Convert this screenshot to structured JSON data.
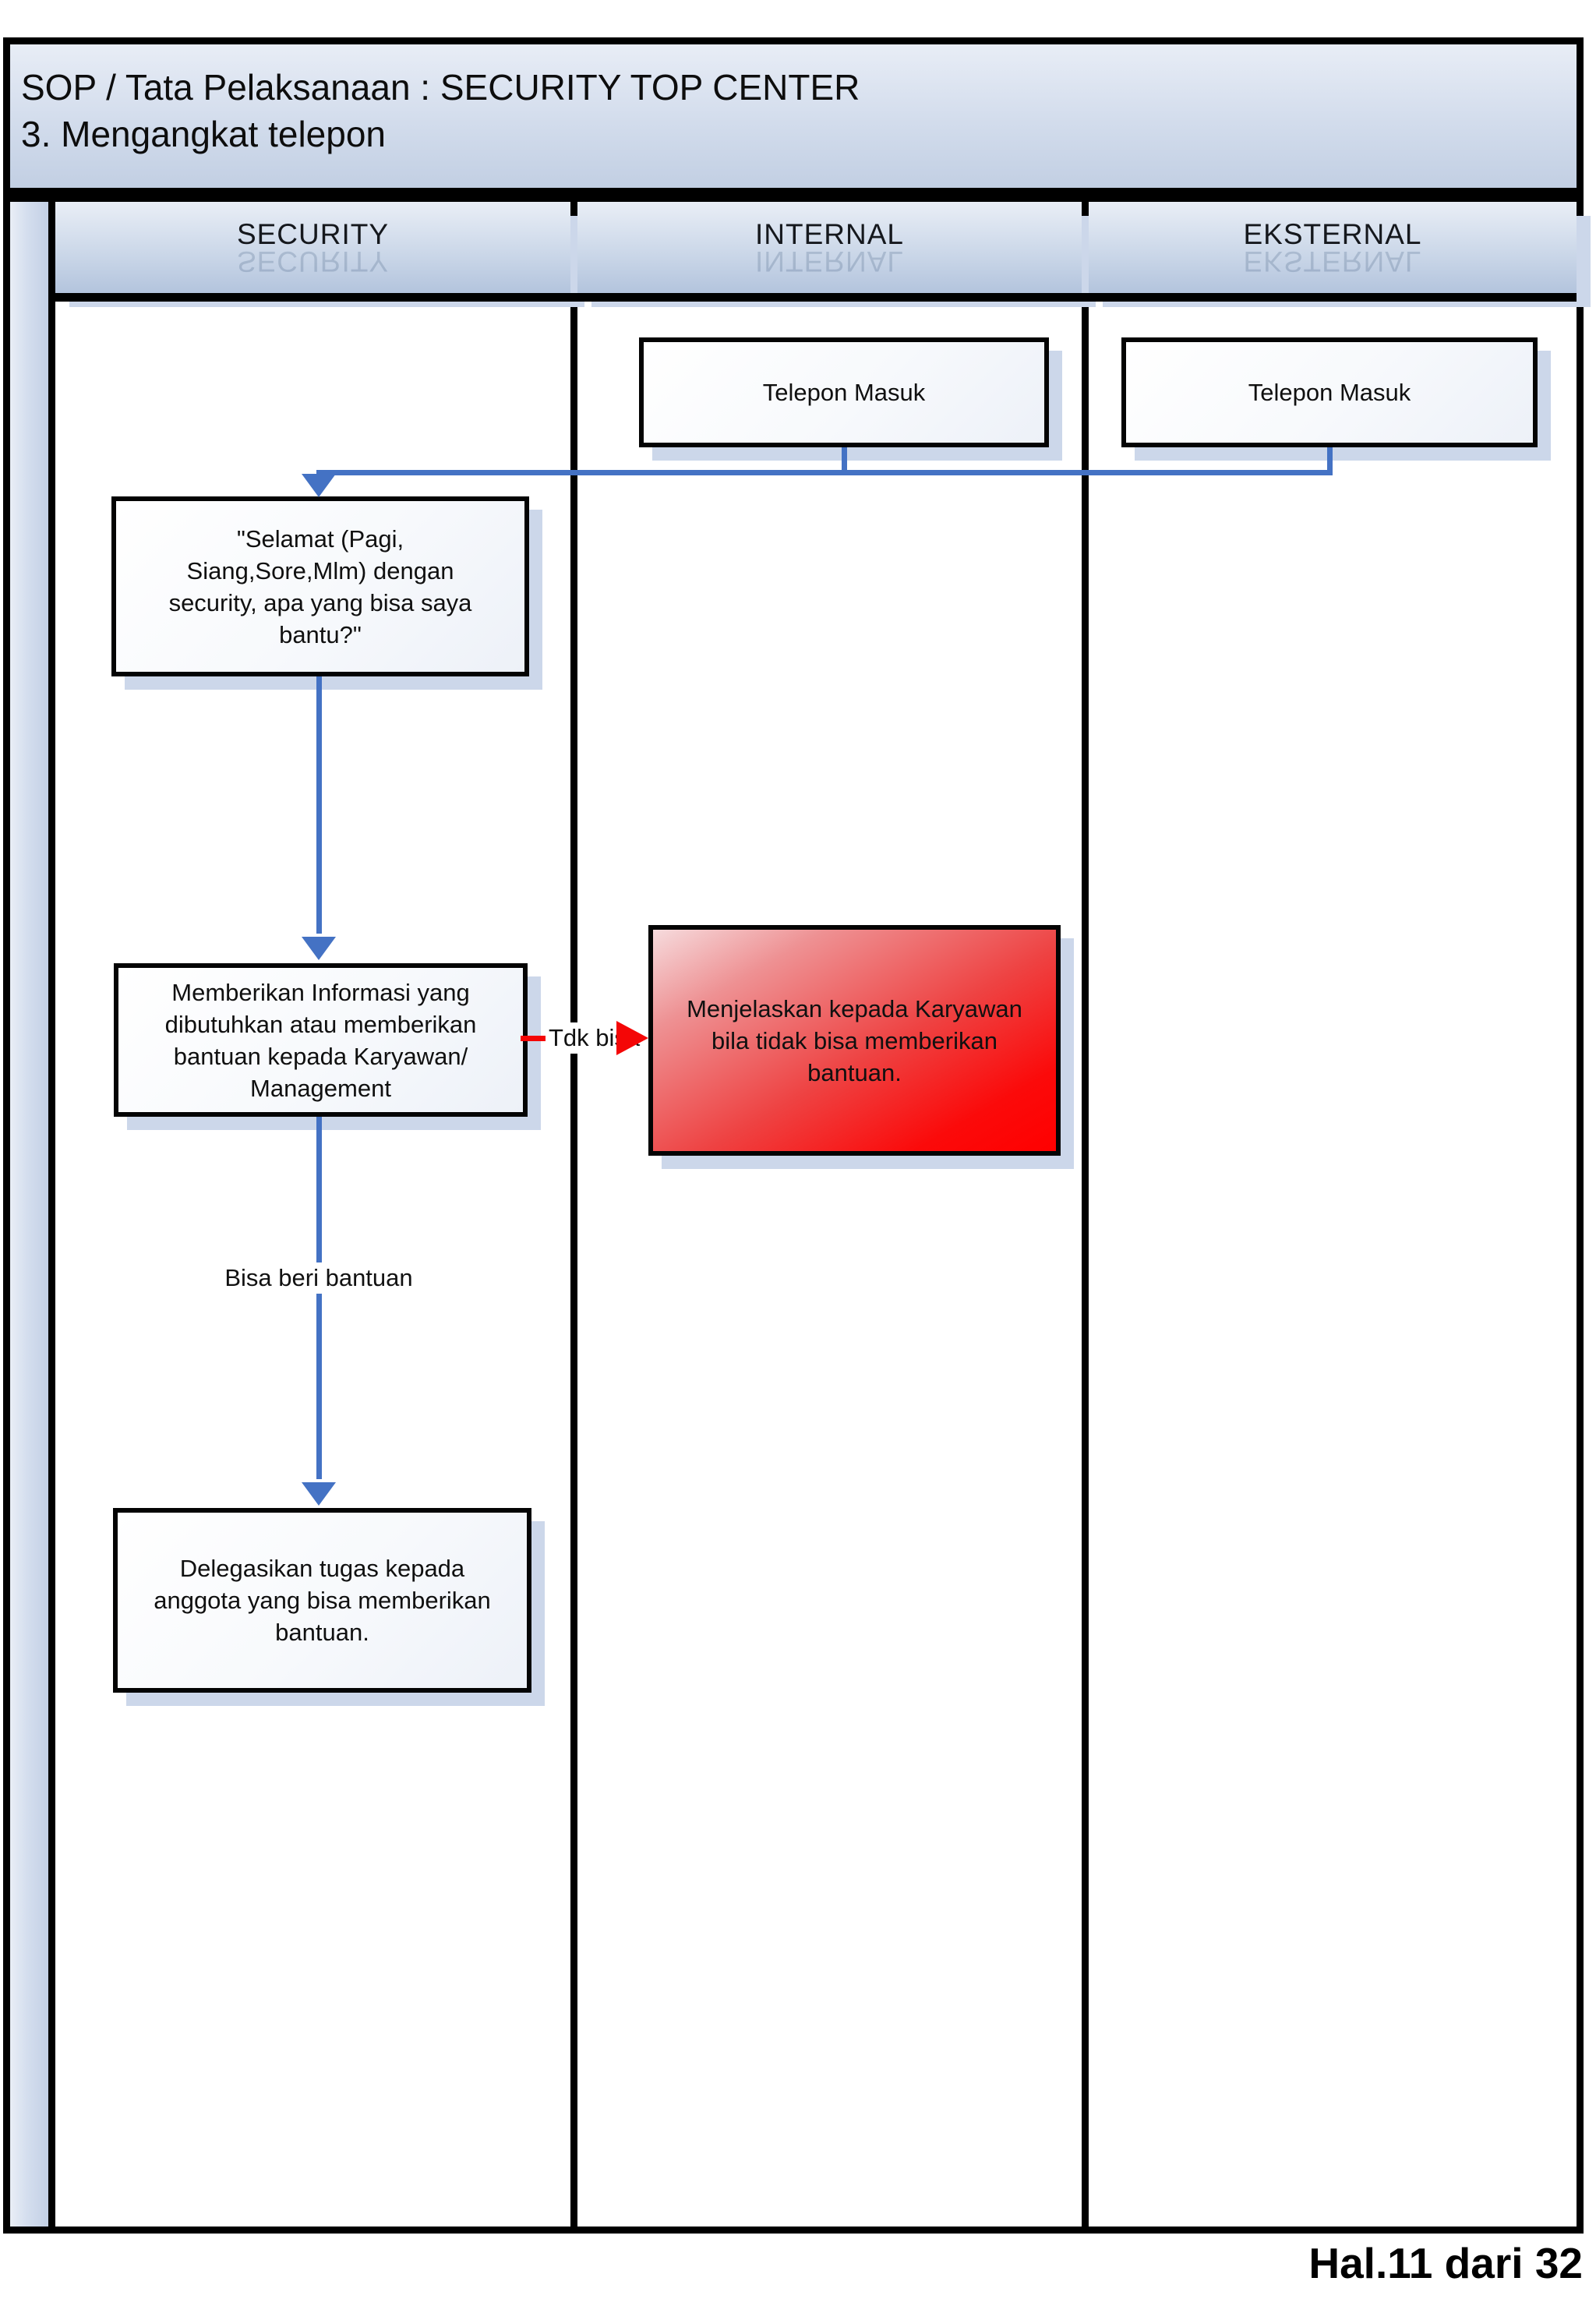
{
  "page": {
    "title_line1": "SOP / Tata Pelaksanaan : SECURITY TOP CENTER",
    "title_line2": "3. Mengangkat telepon",
    "footer": "Hal.11 dari 32"
  },
  "columns": [
    {
      "id": "security",
      "label": "SECURITY"
    },
    {
      "id": "internal",
      "label": "INTERNAL"
    },
    {
      "id": "eksternal",
      "label": "EKSTERNAL"
    }
  ],
  "nodes": {
    "telepon_internal": {
      "text": "Telepon Masuk",
      "lane": "internal"
    },
    "telepon_eksternal": {
      "text": "Telepon Masuk",
      "lane": "eksternal"
    },
    "greeting": {
      "text": "\"Selamat (Pagi,\nSiang,Sore,Mlm) dengan\nsecurity, apa yang bisa saya\nbantu?\"",
      "lane": "security"
    },
    "memberikan": {
      "text": "Memberikan Informasi yang\ndibutuhkan atau memberikan\nbantuan kepada Karyawan/\nManagement",
      "lane": "security"
    },
    "menjelaskan": {
      "text": "Menjelaskan kepada Karyawan\nbila tidak bisa memberikan\nbantuan.",
      "lane": "internal"
    },
    "delegasikan": {
      "text": "Delegasikan tugas kepada\nanggota yang bisa memberikan\nbantuan.",
      "lane": "security"
    }
  },
  "edges": {
    "tdk_bisa_label": "Tdk bisa",
    "bisa_label": "Bisa beri bantuan"
  },
  "colors": {
    "flow_line": "#4472c4",
    "alt_line": "#f40606",
    "alert_fill": "#ff0000",
    "shadow": "#ccd7ea",
    "header_fill_bottom": "#b3c4dd"
  }
}
